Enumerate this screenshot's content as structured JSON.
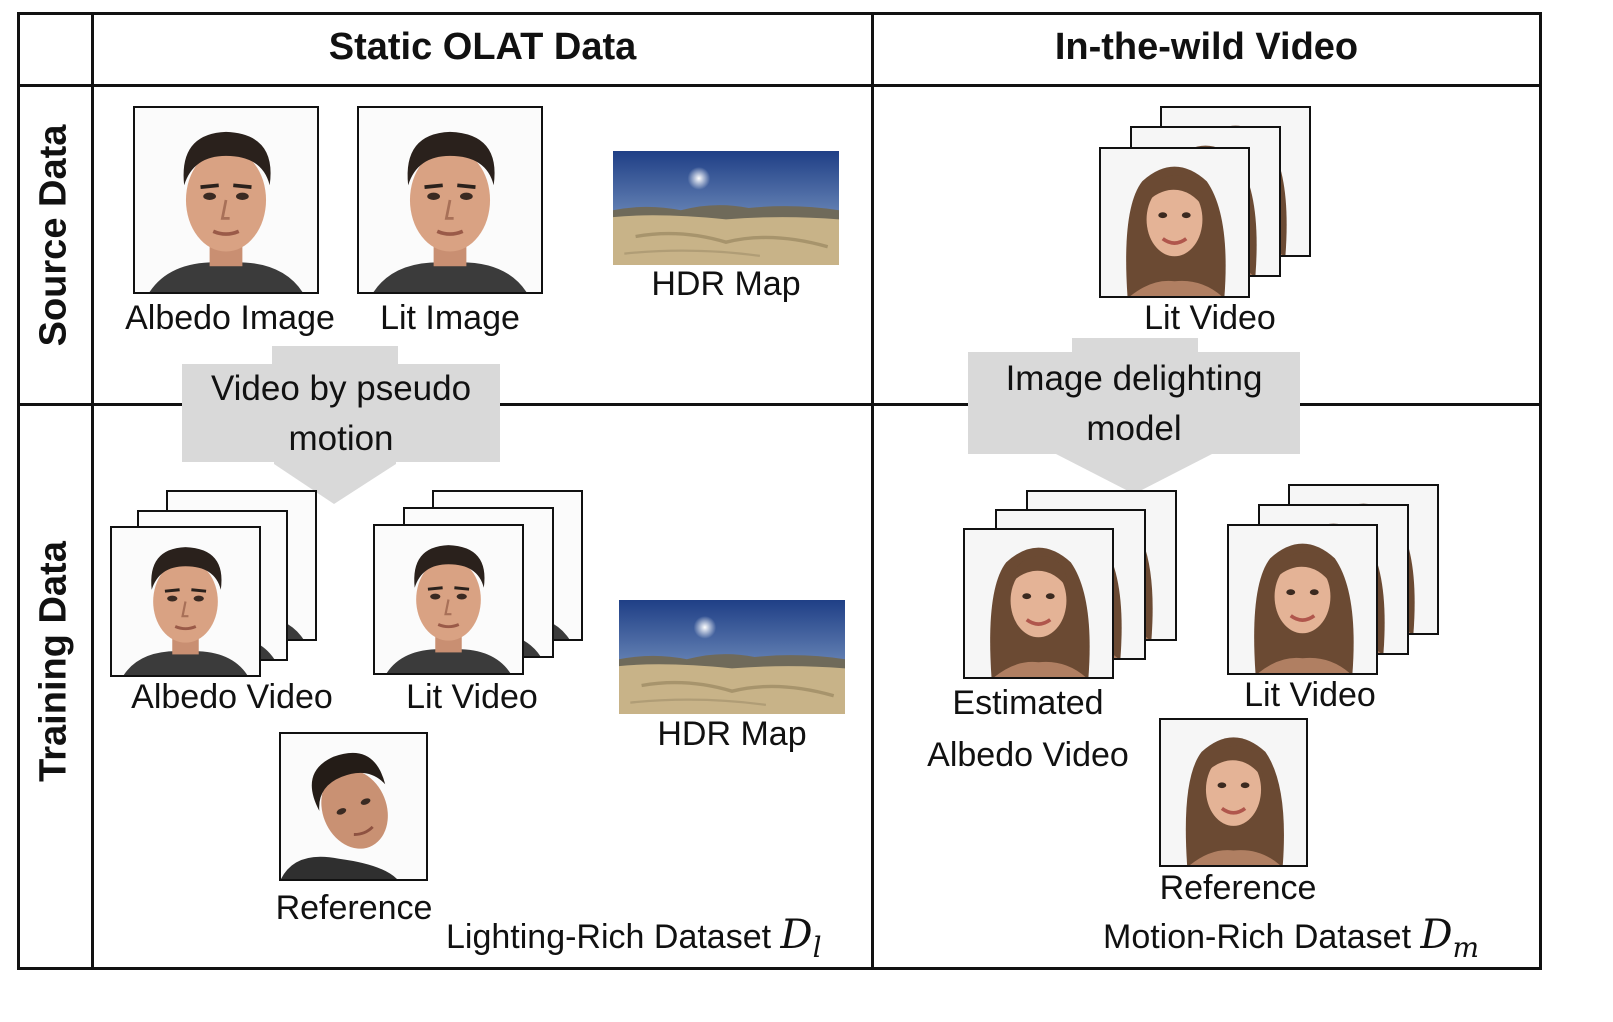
{
  "columns": {
    "static": "Static OLAT Data",
    "wild": "In-the-wild Video"
  },
  "rows": {
    "source": "Source Data",
    "training": "Training Data"
  },
  "source_static": {
    "albedo_image": "Albedo Image",
    "lit_image": "Lit Image",
    "hdr_map": "HDR Map"
  },
  "source_wild": {
    "lit_video": "Lit Video"
  },
  "arrows": {
    "left_line1": "Video by pseudo",
    "left_line2": "motion",
    "right_line1": "Image delighting",
    "right_line2": "model"
  },
  "training_static": {
    "albedo_video": "Albedo Video",
    "lit_video": "Lit Video",
    "hdr_map": "HDR Map",
    "reference": "Reference",
    "dataset_caption": "Lighting-Rich Dataset",
    "dataset_symbol": "D",
    "dataset_sub": "l"
  },
  "training_wild": {
    "estimated_line1": "Estimated",
    "estimated_line2": "Albedo Video",
    "lit_video": "Lit Video",
    "reference": "Reference",
    "dataset_caption": "Motion-Rich Dataset",
    "dataset_symbol": "D",
    "dataset_sub": "m"
  },
  "colors": {
    "grid": "#111111",
    "arrow_fill": "#d9d9d9",
    "sky": "#2f5fa8",
    "ground": "#c9b48a"
  },
  "icons": {
    "face_man": "man-face-photo",
    "face_woman": "woman-face-photo",
    "hdr": "hdr-panorama"
  }
}
